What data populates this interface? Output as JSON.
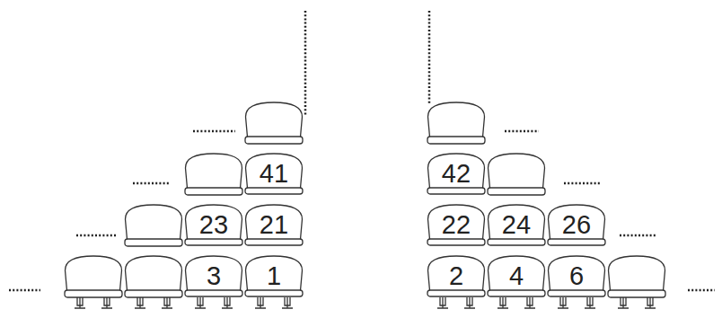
{
  "diagram": {
    "nodes": [
      {
        "text": [
          "41"
        ]
      },
      {
        "text": [
          "42"
        ]
      },
      {
        "text": [
          "23"
        ]
      },
      {
        "text": [
          "21"
        ]
      },
      {
        "text": [
          "22"
        ]
      },
      {
        "text": [
          "24"
        ]
      },
      {
        "text": [
          "26"
        ]
      },
      {
        "text": [
          "3"
        ]
      },
      {
        "text": [
          "1"
        ]
      },
      {
        "text": [
          "2"
        ]
      },
      {
        "text": [
          "4"
        ]
      },
      {
        "text": [
          "6"
        ]
      }
    ]
  }
}
